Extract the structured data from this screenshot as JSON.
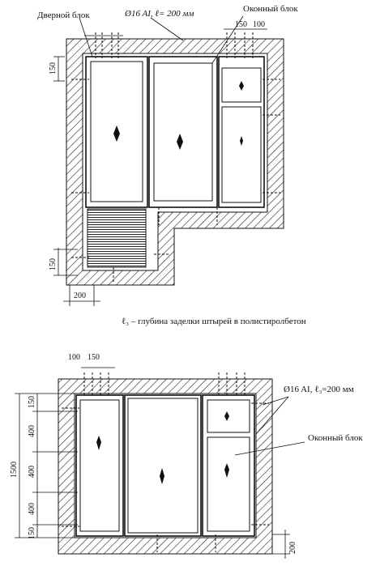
{
  "top_diagram": {
    "label_door_block": "Дверной блок",
    "label_rebar": "Ø16 AI, ℓ= 200 мм",
    "label_window_block": "Оконный блок",
    "dim_150_top_a": "150",
    "dim_100_top": "100",
    "dim_150_left": "150",
    "dim_150_left_low": "150",
    "dim_200_bottom": "200"
  },
  "caption": "ℓ₃ – глубина заделки штырей в полистиролбетон",
  "bottom_diagram": {
    "dim_100_top": "100",
    "dim_150_top": "150",
    "dim_1500": "1500",
    "dim_150_a": "150",
    "dim_400_a": "400",
    "dim_400_b": "400",
    "dim_400_c": "400",
    "dim_150_b": "150",
    "dim_200_right": "200",
    "label_rebar": "Ø16 AI, ℓ₃=200 мм",
    "label_window_block": "Оконный блок"
  }
}
